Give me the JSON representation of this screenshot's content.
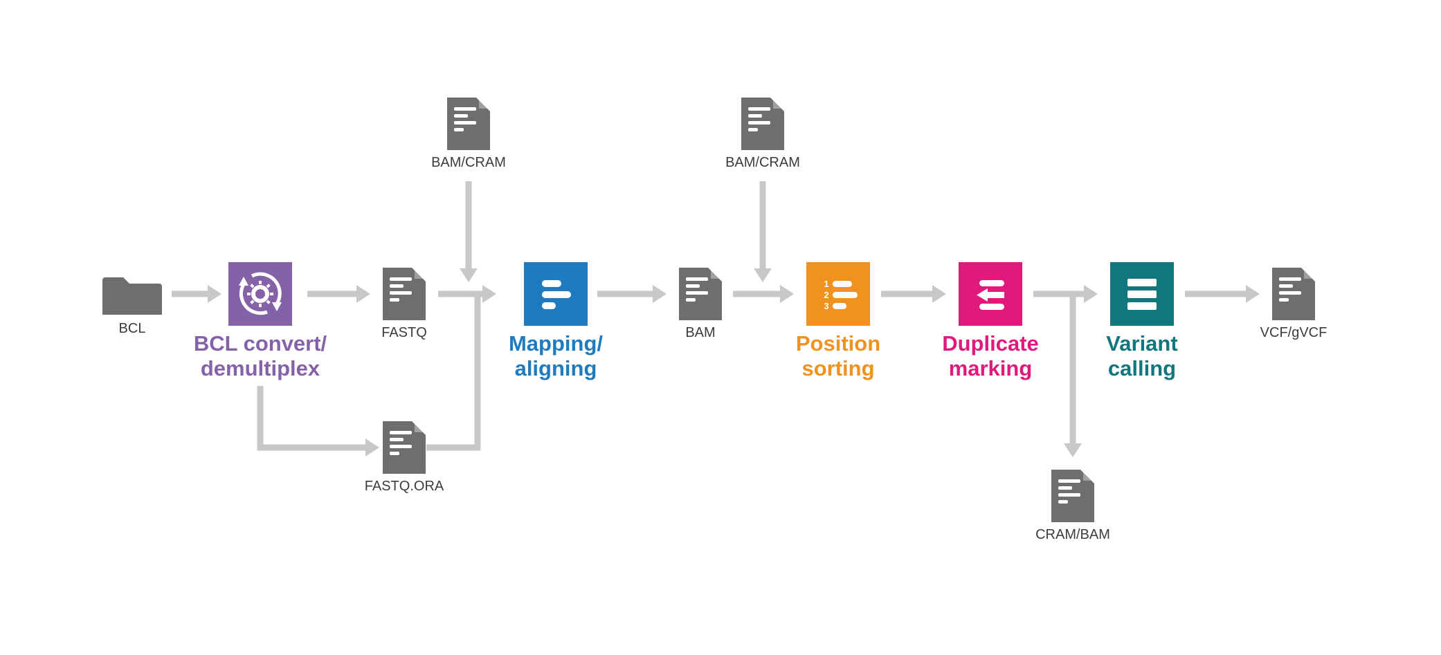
{
  "diagram": {
    "colors": {
      "icon_gray": "#6e6e6e",
      "arrow_gray": "#c8c8c8",
      "doc_label_gray": "#3c3c3c"
    },
    "nodes": {
      "bcl": {
        "label": "BCL"
      },
      "bcl_convert": {
        "line1": "BCL convert/",
        "line2": "demultiplex",
        "color": "#8562a8"
      },
      "fastq": {
        "label": "FASTQ"
      },
      "fastq_ora": {
        "label": "FASTQ.ORA"
      },
      "bam_cram_1": {
        "label": "BAM/CRAM"
      },
      "mapping": {
        "line1": "Mapping/",
        "line2": "aligning",
        "color": "#1f7bc0"
      },
      "bam": {
        "label": "BAM"
      },
      "bam_cram_2": {
        "label": "BAM/CRAM"
      },
      "position_sorting": {
        "line1": "Position",
        "line2": "sorting",
        "color": "#f09220",
        "digits": [
          "1",
          "2",
          "3"
        ]
      },
      "duplicate_marking": {
        "line1": "Duplicate",
        "line2": "marking",
        "color": "#e2197d"
      },
      "variant_calling": {
        "line1": "Variant",
        "line2": "calling",
        "color": "#11767d"
      },
      "cram_bam": {
        "label": "CRAM/BAM"
      },
      "vcf_gvcf": {
        "label": "VCF/gVCF"
      }
    }
  }
}
